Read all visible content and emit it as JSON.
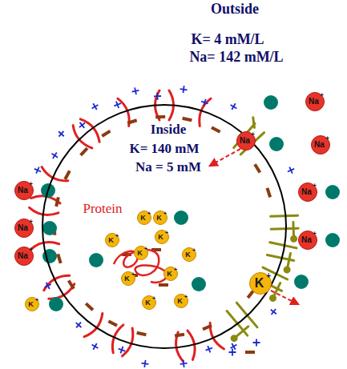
{
  "diagram": {
    "nodes": [
      {
        "text": [
          "Inside",
          "K= 140 mM",
          "Na = 5 mM"
        ]
      },
      {
        "text": [
          "Na",
          "+"
        ]
      },
      {
        "text": [
          "Na",
          "+"
        ]
      },
      {
        "text": [
          "Na",
          "+"
        ]
      },
      {
        "text": [
          "Na",
          "+"
        ]
      },
      {
        "text": [
          "Na",
          "+"
        ]
      },
      {
        "text": [
          "K",
          "+"
        ],
        "in": 0
      },
      {
        "text": [
          "K",
          "+"
        ],
        "in": 0
      },
      {
        "text": [
          "Na",
          "+"
        ]
      },
      {
        "text": [
          "K",
          "+"
        ],
        "in": 0
      },
      {
        "text": [
          "Na",
          "+"
        ]
      },
      {
        "text": [
          "K",
          "+"
        ],
        "in": 0
      },
      {
        "text": [
          "K",
          "+"
        ],
        "in": 0
      },
      {
        "text": [
          "Na",
          "+"
        ]
      },
      {
        "text": [
          "K",
          "+"
        ],
        "in": 0
      },
      {
        "text": [
          "K",
          "+"
        ],
        "in": 0
      },
      {
        "text": [
          "K",
          "+"
        ],
        "in": 0
      },
      {
        "text": [
          "K",
          "+"
        ]
      },
      {
        "text": [
          "K",
          "+"
        ],
        "in": 0
      },
      {
        "text": [
          "K",
          "+"
        ],
        "in": 0
      },
      {
        "text": [
          "K",
          "+"
        ]
      }
    ],
    "labels": [
      "Outside",
      "K= 4 mM/L",
      "Na= 142 mM/L",
      "Protein"
    ]
  }
}
